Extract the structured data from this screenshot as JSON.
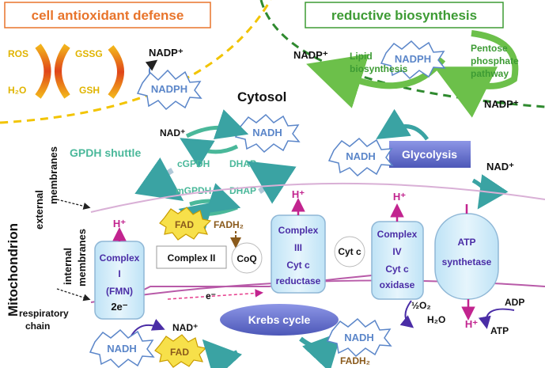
{
  "cytosol": {
    "antioxidant": {
      "title": "cell antioxidant defense",
      "ros": "ROS",
      "h2o": "H₂O",
      "gssg": "GSSG",
      "gsh": "GSH",
      "nadp_plus": "NADP⁺",
      "nadph": "NADPH"
    },
    "biosynthesis": {
      "title": "reductive biosynthesis",
      "nadp_plus_left": "NADP⁺",
      "nadph": "NADPH",
      "lipid_line1": "Lipid",
      "lipid_line2": "biosynthesis",
      "pentose_line1": "Pentose",
      "pentose_line2": "phosphate",
      "pentose_line3": "pathway",
      "nadp_plus_right": "NADP⁺"
    },
    "label": "Cytosol"
  },
  "gpdh": {
    "title": "GPDH shuttle",
    "nad_plus": "NAD⁺",
    "nadh": "NADH",
    "cgpdh": "cGPDH",
    "dhap_top": "DHAP",
    "mgpdh": "mGPDH",
    "dhap_bottom": "DHAP",
    "fad": "FAD",
    "fadh2": "FADH₂"
  },
  "glycolysis": {
    "label": "Glycolysis",
    "nadh": "NADH",
    "nad_plus": "NAD⁺"
  },
  "mito": {
    "label": "Mitochondrion",
    "external_membranes_line1": "external",
    "internal_membranes_line1": "internal",
    "membranes": "membranes",
    "respiratory_line1": "respiratory",
    "respiratory_line2": "chain"
  },
  "chain": {
    "h_plus": "H⁺",
    "complex1": {
      "line1": "Complex",
      "line2": "I",
      "line3": "(FMN)",
      "line4": "2e⁻"
    },
    "complex2": "Complex  II",
    "coq": "CoQ",
    "complex3": {
      "line1": "Complex",
      "line2": "III",
      "line3": "Cyt c",
      "line4": "reductase"
    },
    "cytc": "Cyt c",
    "complex4": {
      "line1": "Complex",
      "line2": "IV",
      "line3": "Cyt c",
      "line4": "oxidase"
    },
    "atp_synthetase": {
      "line1": "ATP",
      "line2": "synthetase"
    },
    "electron": "e⁻",
    "half_o2": "½O₂",
    "h2o": "H₂O",
    "adp": "ADP",
    "atp": "ATP"
  },
  "krebs": {
    "label": "Krebs cycle",
    "nadh_left": "NADH",
    "nad_plus": "NAD⁺",
    "fad": "FAD",
    "nadh_right": "NADH",
    "fadh2": "FADH₂"
  },
  "colors": {
    "orange_title": "#e8742b",
    "green_title": "#3d9b34",
    "yellow_dashed": "#f2c400",
    "green_dashed": "#2f8a2f",
    "purple": "#4a2da6",
    "magenta": "#c2248f",
    "teal": "#4ab89a",
    "complex_fill": "#d7eefa",
    "complex_stroke": "#8fb7d6",
    "blue_badge": "#5b86c9",
    "krebs_fill": "#5f6fc9",
    "glycolysis_fill": "#6f7ad8",
    "fad_yellow": "#f7e04a",
    "brown": "#8a5a1c"
  }
}
